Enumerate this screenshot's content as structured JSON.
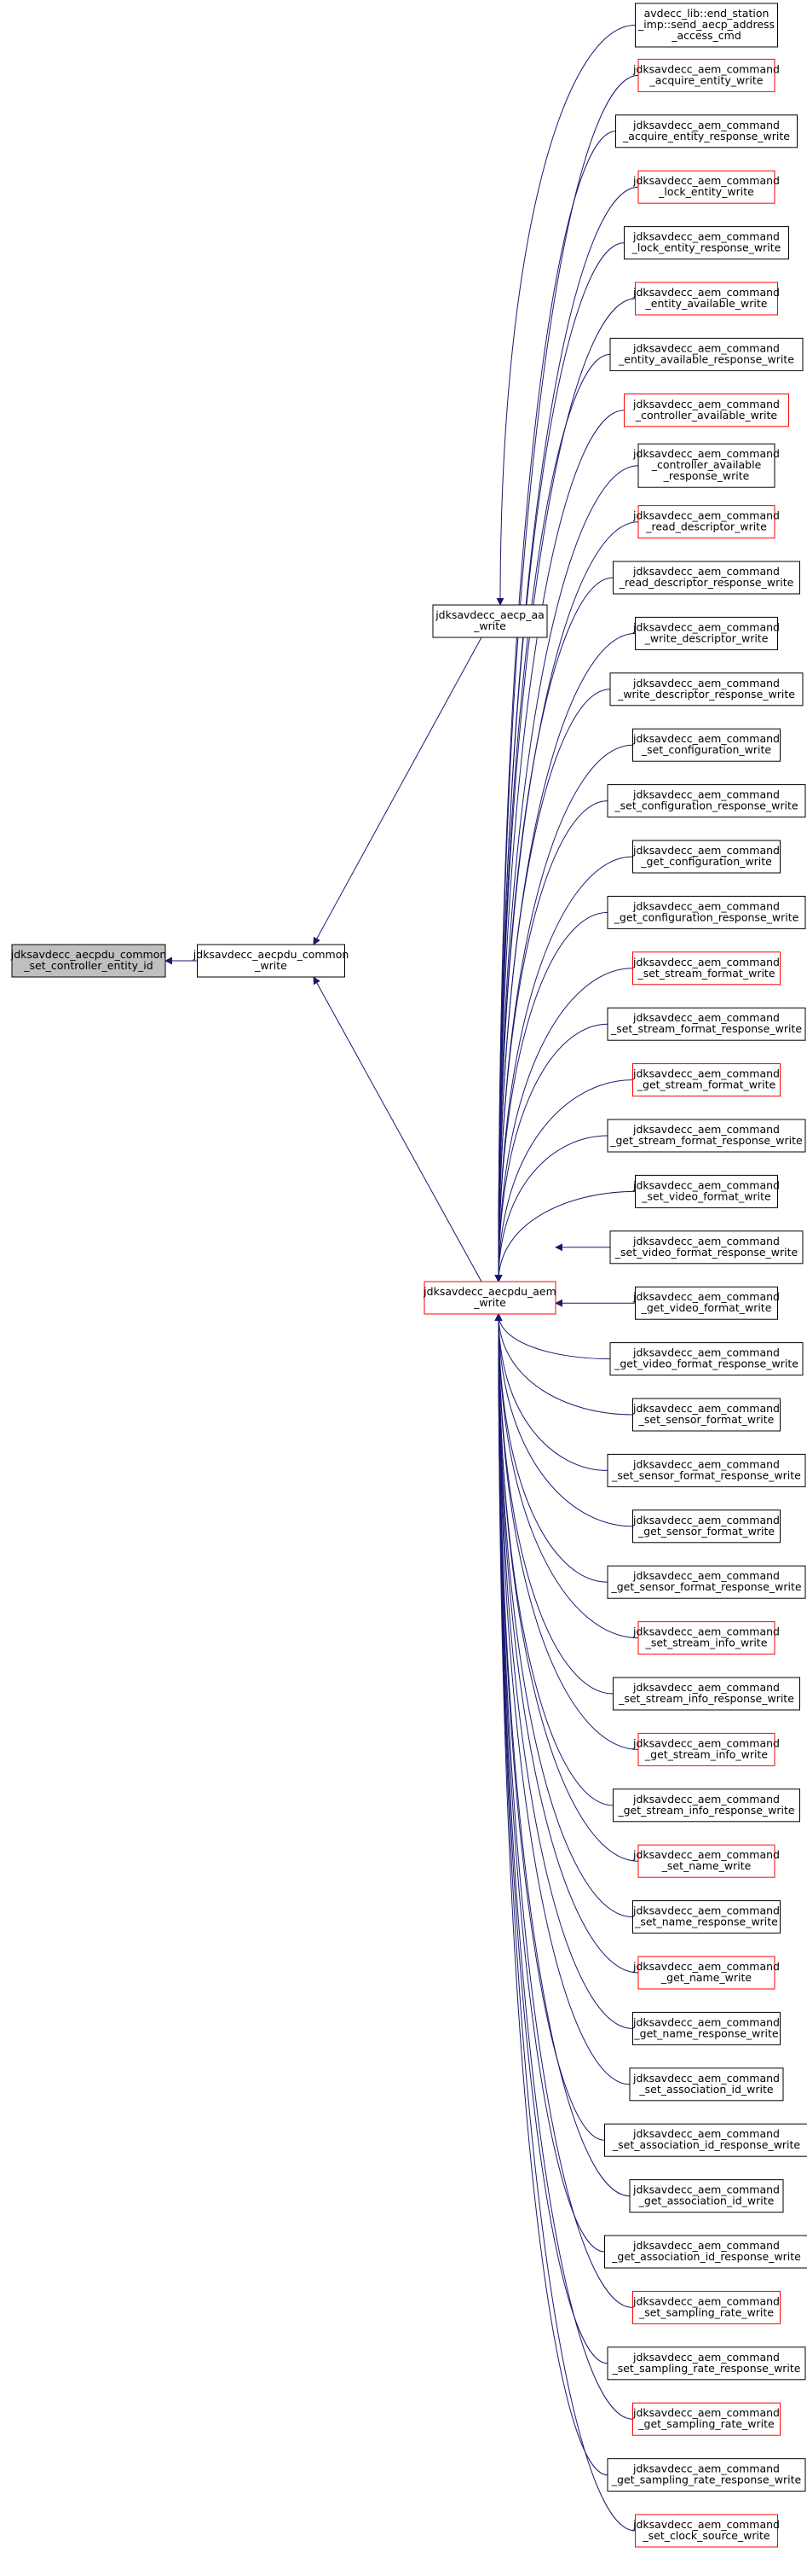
{
  "graph": {
    "colors": {
      "edge": "#191970",
      "border_default": "#000000",
      "border_link": "#ff0000",
      "fill_highlight": "#bfbfbf",
      "fill_default": "#ffffff"
    },
    "focus": {
      "lines": [
        "jdksavdecc_aecpdu_common",
        "_set_controller_entity_id"
      ],
      "highlight": true
    },
    "common_write": {
      "lines": [
        "jdksavdecc_aecpdu_common",
        "_write"
      ],
      "red": false
    },
    "aa_write": {
      "lines": [
        "jdksavdecc_aecp_aa",
        "_write"
      ],
      "red": false
    },
    "aem_write": {
      "lines": [
        "jdksavdecc_aecpdu_aem",
        "_write"
      ],
      "red": true
    },
    "aa_callers": [
      {
        "lines": [
          "avdecc_lib::end_station",
          "_imp::send_aecp_address",
          "_access_cmd"
        ],
        "red": false
      }
    ],
    "aem_callers": [
      {
        "lines": [
          "jdksavdecc_aem_command",
          "_acquire_entity_write"
        ],
        "red": true
      },
      {
        "lines": [
          "jdksavdecc_aem_command",
          "_acquire_entity_response_write"
        ],
        "red": false
      },
      {
        "lines": [
          "jdksavdecc_aem_command",
          "_lock_entity_write"
        ],
        "red": true
      },
      {
        "lines": [
          "jdksavdecc_aem_command",
          "_lock_entity_response_write"
        ],
        "red": false
      },
      {
        "lines": [
          "jdksavdecc_aem_command",
          "_entity_available_write"
        ],
        "red": true
      },
      {
        "lines": [
          "jdksavdecc_aem_command",
          "_entity_available_response_write"
        ],
        "red": false
      },
      {
        "lines": [
          "jdksavdecc_aem_command",
          "_controller_available_write"
        ],
        "red": true
      },
      {
        "lines": [
          "jdksavdecc_aem_command",
          "_controller_available",
          "_response_write"
        ],
        "red": false
      },
      {
        "lines": [
          "jdksavdecc_aem_command",
          "_read_descriptor_write"
        ],
        "red": true
      },
      {
        "lines": [
          "jdksavdecc_aem_command",
          "_read_descriptor_response_write"
        ],
        "red": false
      },
      {
        "lines": [
          "jdksavdecc_aem_command",
          "_write_descriptor_write"
        ],
        "red": false
      },
      {
        "lines": [
          "jdksavdecc_aem_command",
          "_write_descriptor_response_write"
        ],
        "red": false
      },
      {
        "lines": [
          "jdksavdecc_aem_command",
          "_set_configuration_write"
        ],
        "red": false
      },
      {
        "lines": [
          "jdksavdecc_aem_command",
          "_set_configuration_response_write"
        ],
        "red": false
      },
      {
        "lines": [
          "jdksavdecc_aem_command",
          "_get_configuration_write"
        ],
        "red": false
      },
      {
        "lines": [
          "jdksavdecc_aem_command",
          "_get_configuration_response_write"
        ],
        "red": false
      },
      {
        "lines": [
          "jdksavdecc_aem_command",
          "_set_stream_format_write"
        ],
        "red": true
      },
      {
        "lines": [
          "jdksavdecc_aem_command",
          "_set_stream_format_response_write"
        ],
        "red": false
      },
      {
        "lines": [
          "jdksavdecc_aem_command",
          "_get_stream_format_write"
        ],
        "red": true
      },
      {
        "lines": [
          "jdksavdecc_aem_command",
          "_get_stream_format_response_write"
        ],
        "red": false
      },
      {
        "lines": [
          "jdksavdecc_aem_command",
          "_set_video_format_write"
        ],
        "red": false
      },
      {
        "lines": [
          "jdksavdecc_aem_command",
          "_set_video_format_response_write"
        ],
        "red": false
      },
      {
        "lines": [
          "jdksavdecc_aem_command",
          "_get_video_format_write"
        ],
        "red": false
      },
      {
        "lines": [
          "jdksavdecc_aem_command",
          "_get_video_format_response_write"
        ],
        "red": false
      },
      {
        "lines": [
          "jdksavdecc_aem_command",
          "_set_sensor_format_write"
        ],
        "red": false
      },
      {
        "lines": [
          "jdksavdecc_aem_command",
          "_set_sensor_format_response_write"
        ],
        "red": false
      },
      {
        "lines": [
          "jdksavdecc_aem_command",
          "_get_sensor_format_write"
        ],
        "red": false
      },
      {
        "lines": [
          "jdksavdecc_aem_command",
          "_get_sensor_format_response_write"
        ],
        "red": false
      },
      {
        "lines": [
          "jdksavdecc_aem_command",
          "_set_stream_info_write"
        ],
        "red": true
      },
      {
        "lines": [
          "jdksavdecc_aem_command",
          "_set_stream_info_response_write"
        ],
        "red": false
      },
      {
        "lines": [
          "jdksavdecc_aem_command",
          "_get_stream_info_write"
        ],
        "red": true
      },
      {
        "lines": [
          "jdksavdecc_aem_command",
          "_get_stream_info_response_write"
        ],
        "red": false
      },
      {
        "lines": [
          "jdksavdecc_aem_command",
          "_set_name_write"
        ],
        "red": true
      },
      {
        "lines": [
          "jdksavdecc_aem_command",
          "_set_name_response_write"
        ],
        "red": false
      },
      {
        "lines": [
          "jdksavdecc_aem_command",
          "_get_name_write"
        ],
        "red": true
      },
      {
        "lines": [
          "jdksavdecc_aem_command",
          "_get_name_response_write"
        ],
        "red": false
      },
      {
        "lines": [
          "jdksavdecc_aem_command",
          "_set_association_id_write"
        ],
        "red": false
      },
      {
        "lines": [
          "jdksavdecc_aem_command",
          "_set_association_id_response_write"
        ],
        "red": false
      },
      {
        "lines": [
          "jdksavdecc_aem_command",
          "_get_association_id_write"
        ],
        "red": false
      },
      {
        "lines": [
          "jdksavdecc_aem_command",
          "_get_association_id_response_write"
        ],
        "red": false
      },
      {
        "lines": [
          "jdksavdecc_aem_command",
          "_set_sampling_rate_write"
        ],
        "red": true
      },
      {
        "lines": [
          "jdksavdecc_aem_command",
          "_set_sampling_rate_response_write"
        ],
        "red": false
      },
      {
        "lines": [
          "jdksavdecc_aem_command",
          "_get_sampling_rate_write"
        ],
        "red": true
      },
      {
        "lines": [
          "jdksavdecc_aem_command",
          "_get_sampling_rate_response_write"
        ],
        "red": false
      },
      {
        "lines": [
          "jdksavdecc_aem_command",
          "_set_clock_source_write"
        ],
        "red": true
      }
    ]
  }
}
